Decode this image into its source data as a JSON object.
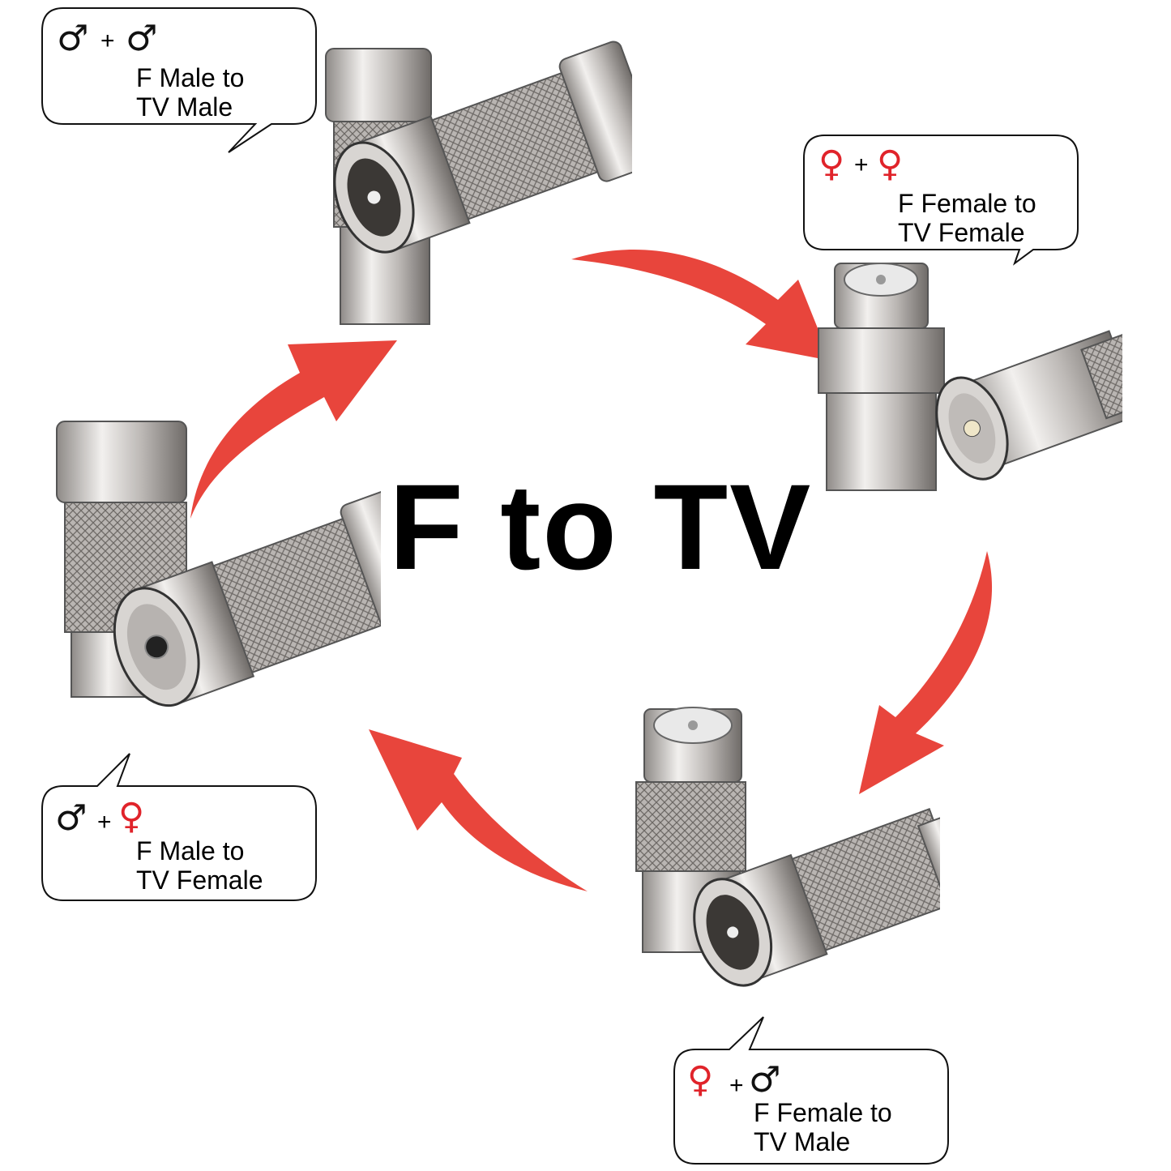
{
  "title": "F to TV",
  "colors": {
    "arrow": "#e8453c",
    "male_symbol": "#111111",
    "female_symbol": "#e0232a",
    "metal": "#c9c6c3"
  },
  "symbols": {
    "male": "♂",
    "female": "♀",
    "plus": "+"
  },
  "bubbles": [
    {
      "id": "f-male-tv-male",
      "left_symbol": "male",
      "right_symbol": "male",
      "line1": "F Male to",
      "line2": "TV Male"
    },
    {
      "id": "f-female-tv-female",
      "left_symbol": "female",
      "right_symbol": "female",
      "line1": "F Female to",
      "line2": "TV Female"
    },
    {
      "id": "f-male-tv-female",
      "left_symbol": "male",
      "right_symbol": "female",
      "line1": "F Male to",
      "line2": "TV Female"
    },
    {
      "id": "f-female-tv-male",
      "left_symbol": "female",
      "right_symbol": "male",
      "line1": "F Female to",
      "line2": "TV Male"
    }
  ]
}
